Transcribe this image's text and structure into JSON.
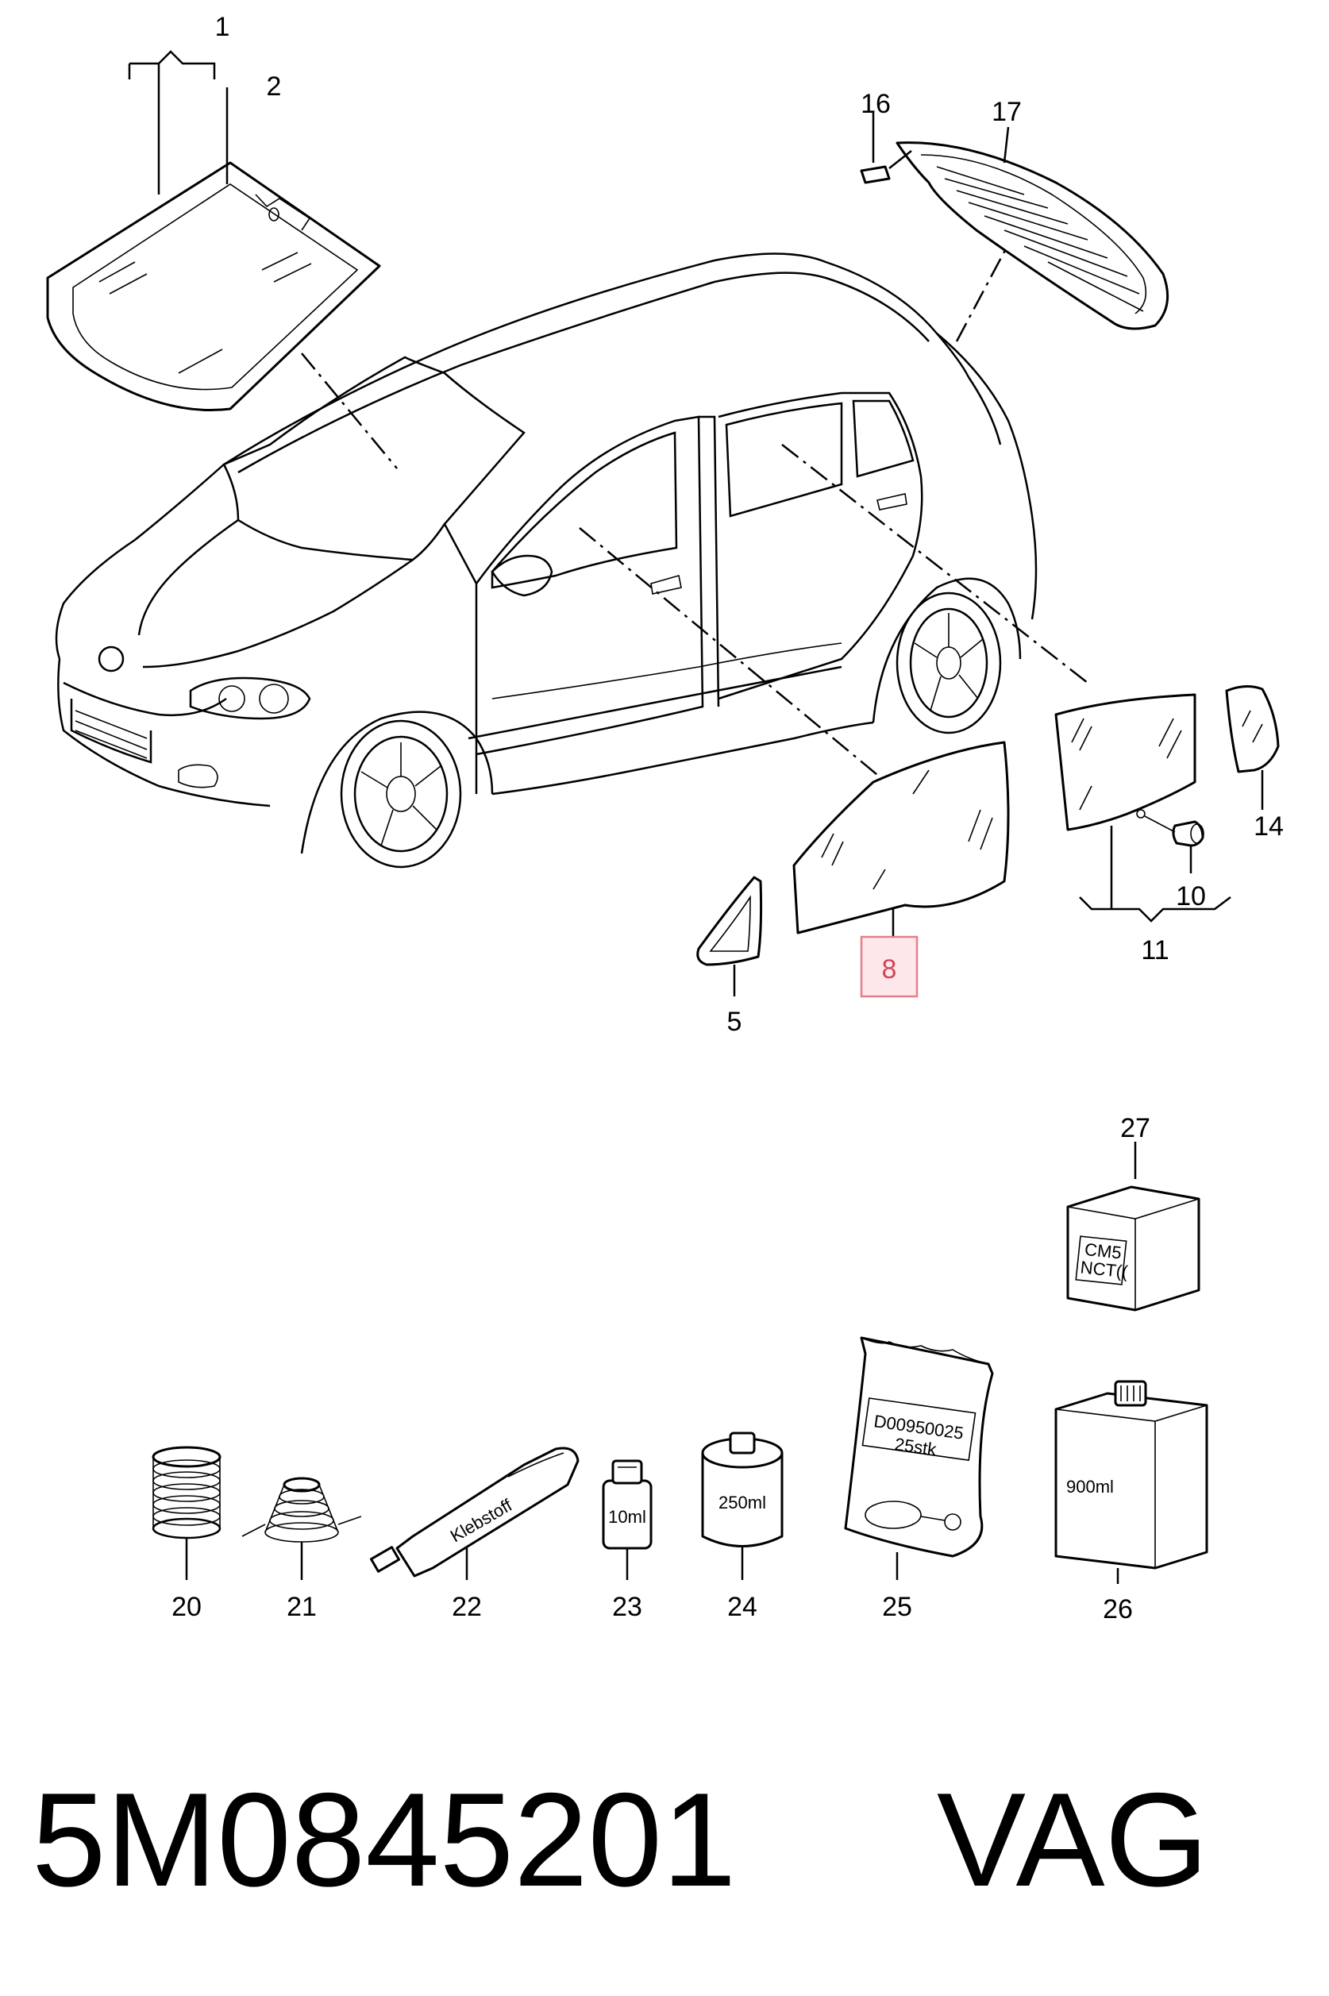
{
  "callouts": {
    "c1": "1",
    "c2": "2",
    "c5": "5",
    "c8": "8",
    "c10": "10",
    "c11": "11",
    "c14": "14",
    "c16": "16",
    "c17": "17",
    "c20": "20",
    "c21": "21",
    "c22": "22",
    "c23": "23",
    "c24": "24",
    "c25": "25",
    "c26": "26",
    "c27": "27"
  },
  "package_labels": {
    "tube": "Klebstoff",
    "bottle_small": "10ml",
    "can": "250ml",
    "bag_line1": "D00950025",
    "bag_line2": "25stk",
    "box_bottle": "900ml",
    "kit_line1": "CM5",
    "kit_line2": "NCT(("
  },
  "footer": {
    "part_number": "5M0845201",
    "brand": "VAG"
  },
  "highlight_color": "#e37f8d"
}
